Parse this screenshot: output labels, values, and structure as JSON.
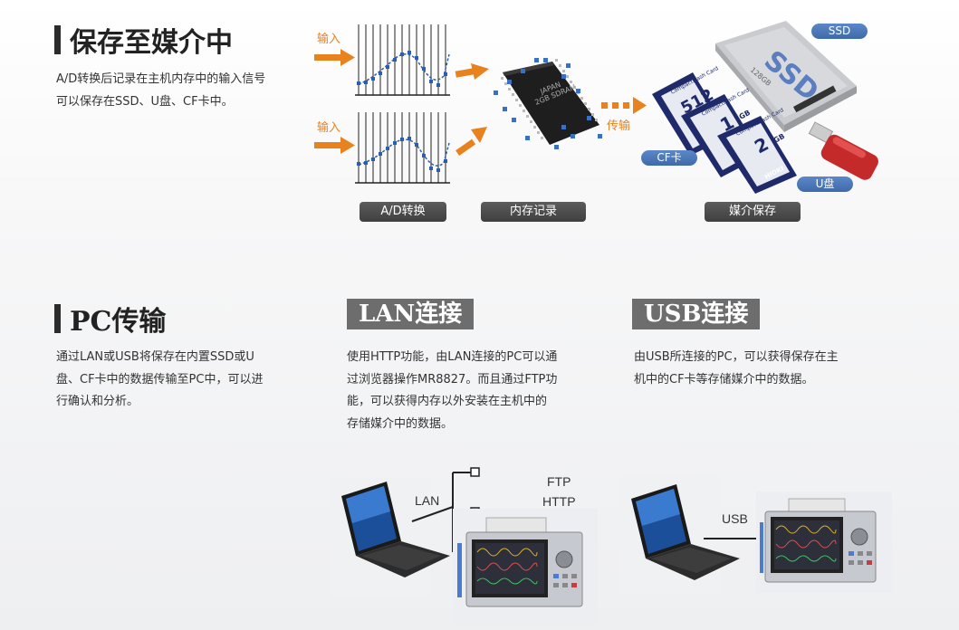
{
  "storage": {
    "title": "保存至媒介中",
    "body_line1": "A/D转换后记录在主机内存中的输入信号",
    "body_line2": "可以保存在SSD、U盘、CF卡中。",
    "input_label": "输入",
    "transfer_label": "传输",
    "step_ad": "A/D转换",
    "step_memory": "内存记录",
    "step_media": "媒介保存",
    "chip_text_1": "JAPAN",
    "chip_text_2": "2GB SDRAM",
    "tag_ssd": "SSD",
    "tag_cf": "CF卡",
    "tag_usb": "U盘",
    "ssd_text": "SSD",
    "ssd_capacity": "128GB",
    "cf_cards": [
      {
        "brand": "CompactFlash Card",
        "size": "512"
      },
      {
        "brand": "CompactFlash Card",
        "size": "1",
        "unit": "GB"
      },
      {
        "brand": "CompactFlash Card",
        "size": "2",
        "unit": "GB",
        "maker": "HIOKI"
      }
    ]
  },
  "pc": {
    "title": "PC传输",
    "body_line1": "通过LAN或USB将保存在内置SSD或U",
    "body_line2": "盘、CF卡中的数据传输至PC中，可以进",
    "body_line3": "行确认和分析。"
  },
  "lan": {
    "title": "LAN连接",
    "body_line1": "使用HTTP功能，由LAN连接的PC可以通",
    "body_line2": "过浏览器操作MR8827。而且通过FTP功",
    "body_line3": "能，可以获得内存以外安装在主机中的",
    "body_line4": "存储媒介中的数据。",
    "diagram_lan": "LAN",
    "diagram_ftp": "FTP",
    "diagram_http": "HTTP"
  },
  "usb": {
    "title": "USB连接",
    "body_line1": "由USB所连接的PC，可以获得保存在主",
    "body_line2": "机中的CF卡等存储媒介中的数据。",
    "diagram_usb": "USB"
  },
  "colors": {
    "accent_orange": "#e8821f",
    "tag_blue": "#4a78bb",
    "tag_gray": "#6d6d6d",
    "dark_pill": "#4a4a4a",
    "wave_blue": "#2a5fb0"
  }
}
